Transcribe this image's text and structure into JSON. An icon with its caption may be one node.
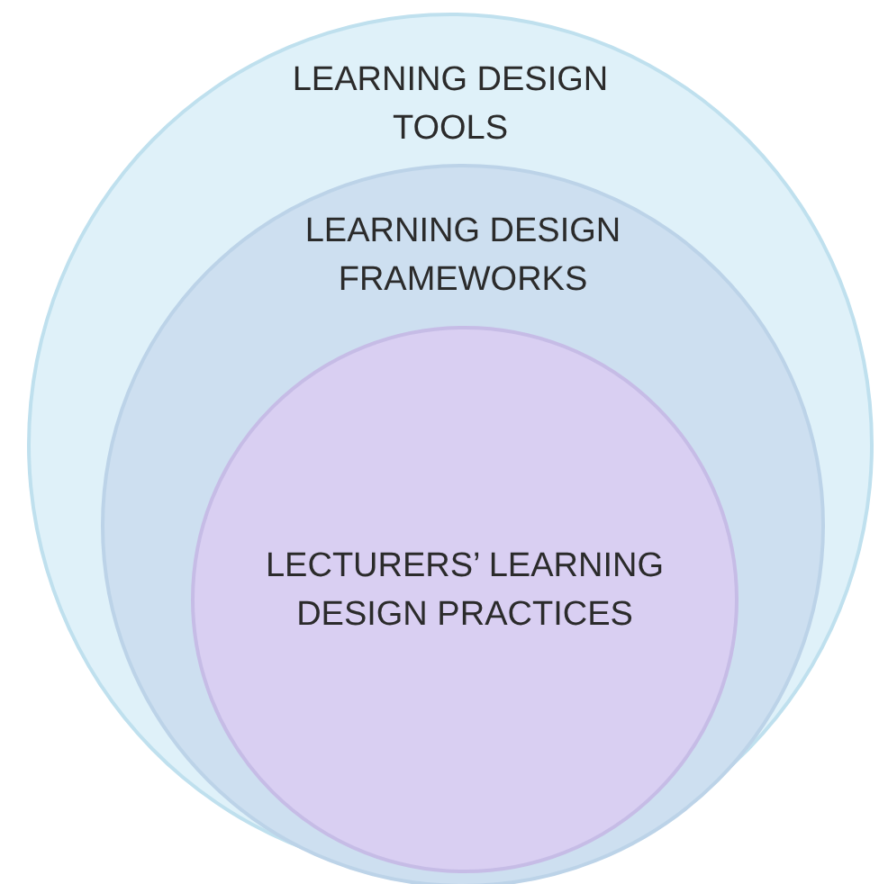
{
  "diagram": {
    "nodes": [
      {
        "text": [
          "LEARNING DESIGN TOOLS"
        ]
      },
      {
        "text": [
          "LEARNING DESIGN FRAMEWORKS"
        ],
        "in": 0
      },
      {
        "text": [
          "LECTURERS’ LEARNING DESIGN PRACTICES"
        ],
        "in": 1
      }
    ]
  }
}
